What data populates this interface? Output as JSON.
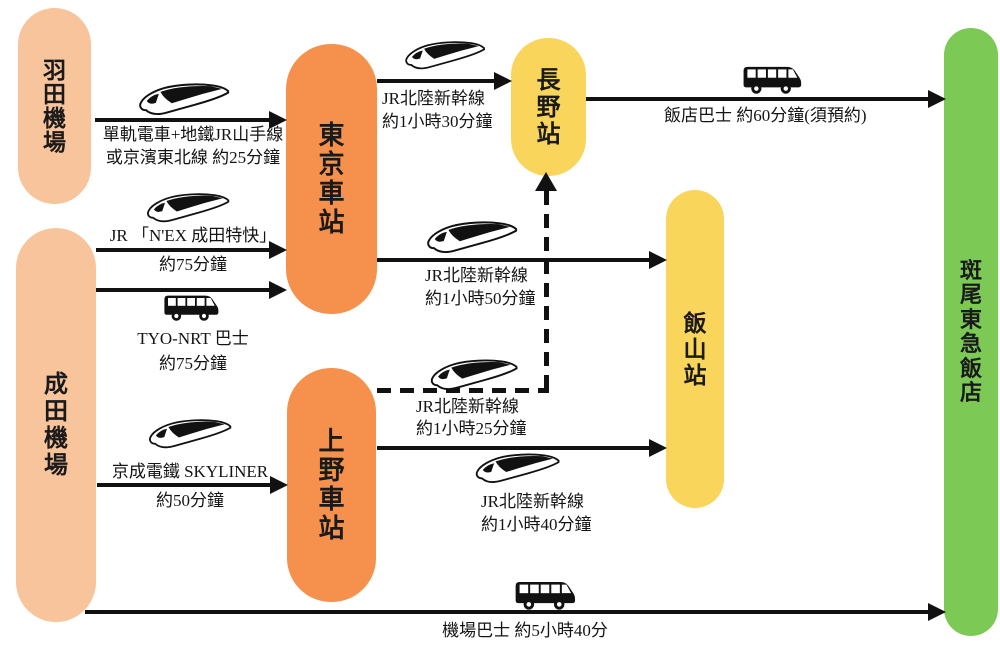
{
  "stations": {
    "haneda": {
      "label": "羽田機場",
      "color": "#F8C49C"
    },
    "narita": {
      "label": "成田機場",
      "color": "#F8C49C"
    },
    "tokyo": {
      "label": "東京車站",
      "color": "#F6914D"
    },
    "ueno": {
      "label": "上野車站",
      "color": "#F6914D"
    },
    "nagano": {
      "label": "長野站",
      "color": "#FAD55C"
    },
    "iiyama": {
      "label": "飯山站",
      "color": "#FAD55C"
    },
    "hotel": {
      "label": "斑尾東急飯店",
      "color": "#7CC956"
    }
  },
  "routes": {
    "haneda_tokyo": {
      "mode": "train",
      "style": "solid",
      "line1": "單軌電車+地鐵JR山手線",
      "line2": "或京濱東北線 約25分鐘"
    },
    "tokyo_nagano": {
      "mode": "train",
      "style": "solid",
      "line1": "JR北陸新幹線",
      "line2": "約1小時30分鐘"
    },
    "nagano_hotel": {
      "mode": "bus",
      "style": "solid",
      "line1": "飯店巴士 約60分鐘(須預約)"
    },
    "narita_tokyo_nex": {
      "mode": "train",
      "style": "solid",
      "line1": "JR 「N'EX 成田特快」",
      "line2": "約75分鐘"
    },
    "narita_tokyo_bus": {
      "mode": "bus",
      "style": "solid",
      "line1": "TYO-NRT 巴士",
      "line2": "約75分鐘"
    },
    "tokyo_iiyama": {
      "mode": "train",
      "style": "solid",
      "line1": "JR北陸新幹線",
      "line2": "約1小時50分鐘"
    },
    "ueno_nagano": {
      "mode": "train",
      "style": "dashed",
      "line1": "JR北陸新幹線",
      "line2": "約1小時25分鐘"
    },
    "ueno_iiyama": {
      "mode": "train",
      "style": "solid",
      "line1": "JR北陸新幹線",
      "line2": "約1小時40分鐘"
    },
    "narita_ueno": {
      "mode": "train",
      "style": "solid",
      "line1": "京成電鐵 SKYLINER",
      "line2": "約50分鐘"
    },
    "narita_hotel": {
      "mode": "bus",
      "style": "solid",
      "line1": "機場巴士 約5小時40分"
    }
  },
  "arrow_color": "#111111"
}
